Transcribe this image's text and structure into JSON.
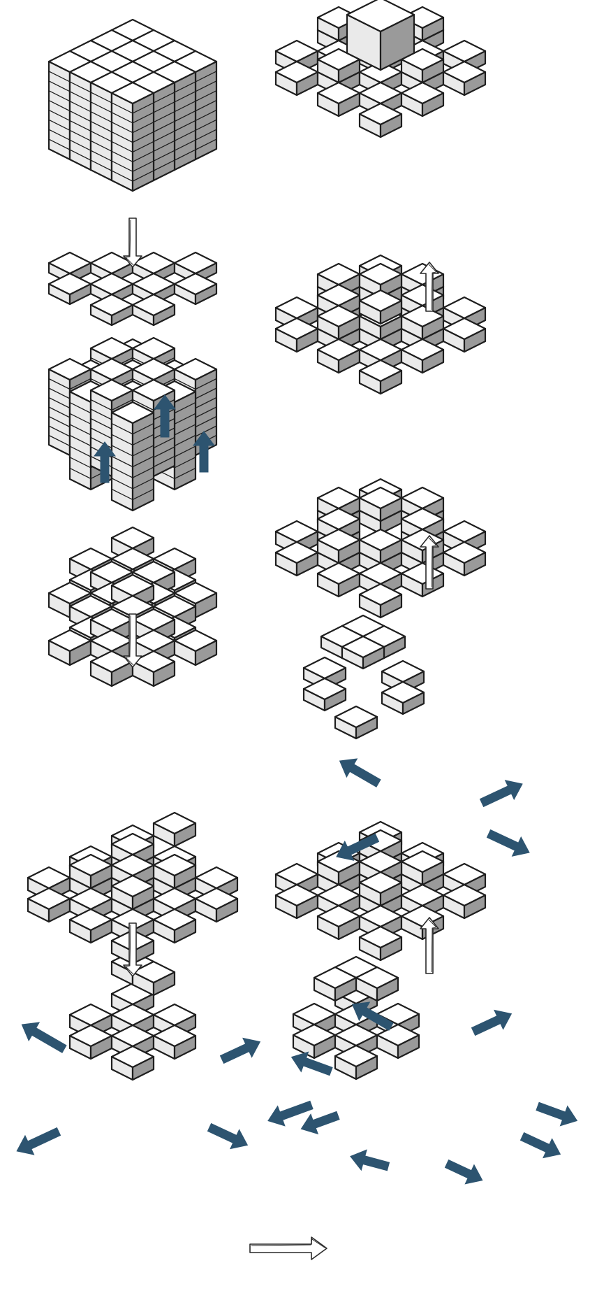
{
  "diagram": {
    "steps": [
      {
        "id": "stack",
        "description_shown": ""
      },
      {
        "id": "extract-layer"
      },
      {
        "id": "checkered-stack"
      },
      {
        "id": "spread-layers"
      },
      {
        "id": "spread-final-base"
      },
      {
        "id": "separate-pieces"
      },
      {
        "id": "ring-layer"
      },
      {
        "id": "final-assembly"
      }
    ],
    "colors": {
      "cube_top": "#ffffff",
      "cube_left": "#eaeaea",
      "cube_right": "#9a9a9a",
      "outline": "#1e1e1e",
      "motion_arrow": "#2d5470",
      "flow_arrow_outline": "#2a2a2a"
    },
    "icons": {
      "flow_arrow": "sketched-outline-arrow",
      "motion_arrow": "solid-blue-arrow"
    }
  }
}
